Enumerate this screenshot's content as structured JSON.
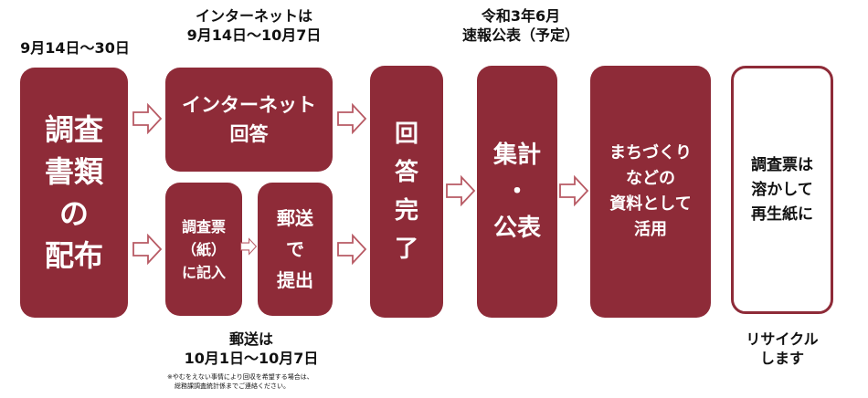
{
  "labels": {
    "distribution_period": "9月14日～30日",
    "internet_period_line1": "インターネットは",
    "internet_period_line2": "9月14日～10月7日",
    "publish_line1": "令和3年6月",
    "publish_line2": "速報公表（予定）",
    "mail_period_line1": "郵送は",
    "mail_period_line2": "10月1日～10月7日",
    "mail_footnote_line1": "※やむをえない事情により回収を希望する場合は、",
    "mail_footnote_line2": "総務課調査統計係までご連絡ください。",
    "recycle_line1": "リサイクル",
    "recycle_line2": "します"
  },
  "boxes": {
    "distribution": [
      "調査",
      "書類",
      "の",
      "配布"
    ],
    "internet": [
      "インターネット",
      "回答"
    ],
    "paper": [
      "調査票",
      "（紙）",
      "に記入"
    ],
    "mail": [
      "郵送",
      "で",
      "提出"
    ],
    "complete": [
      "回",
      "答",
      "完",
      "了"
    ],
    "publish": [
      "集計",
      "・",
      "公表"
    ],
    "utilize": [
      "まちづくり",
      "などの",
      "資料として",
      "活用"
    ],
    "recycle": [
      "調査票は",
      "溶かして",
      "再生紙に"
    ]
  },
  "colors": {
    "box_fill": "#8e2b38",
    "arrow_stroke": "#b85a64"
  }
}
